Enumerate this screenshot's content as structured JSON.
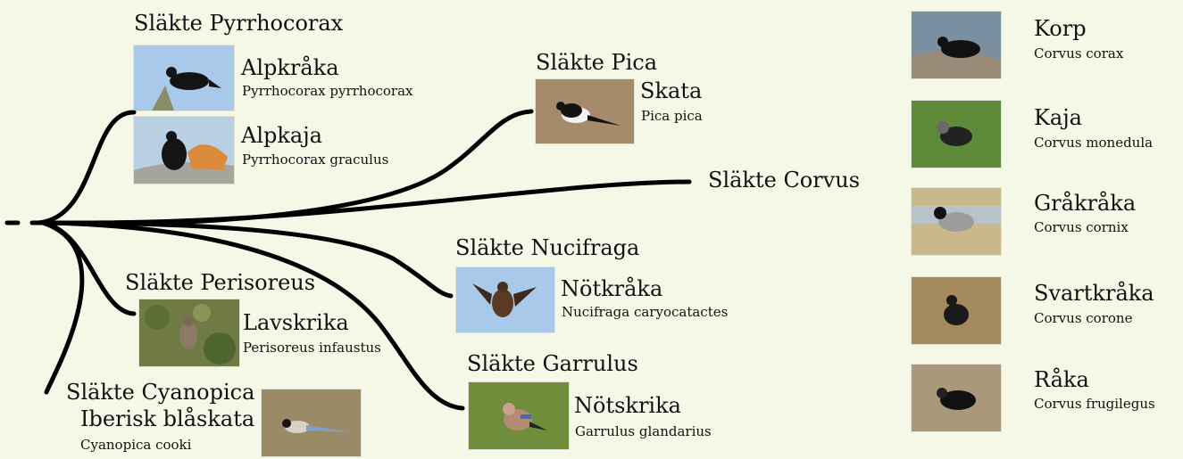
{
  "genera": {
    "pyrrhocorax": "Släkte Pyrrhocorax",
    "pica": "Släkte Pica",
    "corvus": "Släkte Corvus",
    "nucifraga": "Släkte Nucifraga",
    "perisoreus": "Släkte Perisoreus",
    "garrulus": "Släkte Garrulus",
    "cyanopica": "Släkte Cyanopica"
  },
  "species": {
    "alpkraka": {
      "common": "Alpkråka",
      "scientific": "Pyrrhocorax pyrrhocorax"
    },
    "alpkaja": {
      "common": "Alpkaja",
      "scientific": "Pyrrhocorax graculus"
    },
    "skata": {
      "common": "Skata",
      "scientific": "Pica pica"
    },
    "notkraka": {
      "common": "Nötkråka",
      "scientific": "Nucifraga caryocatactes"
    },
    "lavskrika": {
      "common": "Lavskrika",
      "scientific": "Perisoreus infaustus"
    },
    "notskrika": {
      "common": "Nötskrika",
      "scientific": "Garrulus glandarius"
    },
    "iberisk": {
      "common": "Iberisk blåskata",
      "scientific": "Cyanopica cooki"
    }
  },
  "corvus_species": [
    {
      "common": "Korp",
      "scientific": "Corvus corax"
    },
    {
      "common": "Kaja",
      "scientific": "Corvus monedula"
    },
    {
      "common": "Gråkråka",
      "scientific": "Corvus cornix"
    },
    {
      "common": "Svartkråka",
      "scientific": "Corvus corone"
    },
    {
      "common": "Råka",
      "scientific": "Corvus frugilegus"
    }
  ],
  "colors": {
    "background": "#f5f8e6",
    "branch": "#000000",
    "sky_photo": "#a9c9ea",
    "ground_photo": "#a58a6c",
    "grass_photo": "#6f8d3a"
  },
  "photo_icons": [
    "alpkraka-photo",
    "alpkaja-photo",
    "skata-photo",
    "notkraka-photo",
    "lavskrika-photo",
    "notskrika-photo",
    "iberisk-bla-skata-photo",
    "korp-photo",
    "kaja-photo",
    "grakraka-photo",
    "svartkraka-photo",
    "raka-photo"
  ]
}
